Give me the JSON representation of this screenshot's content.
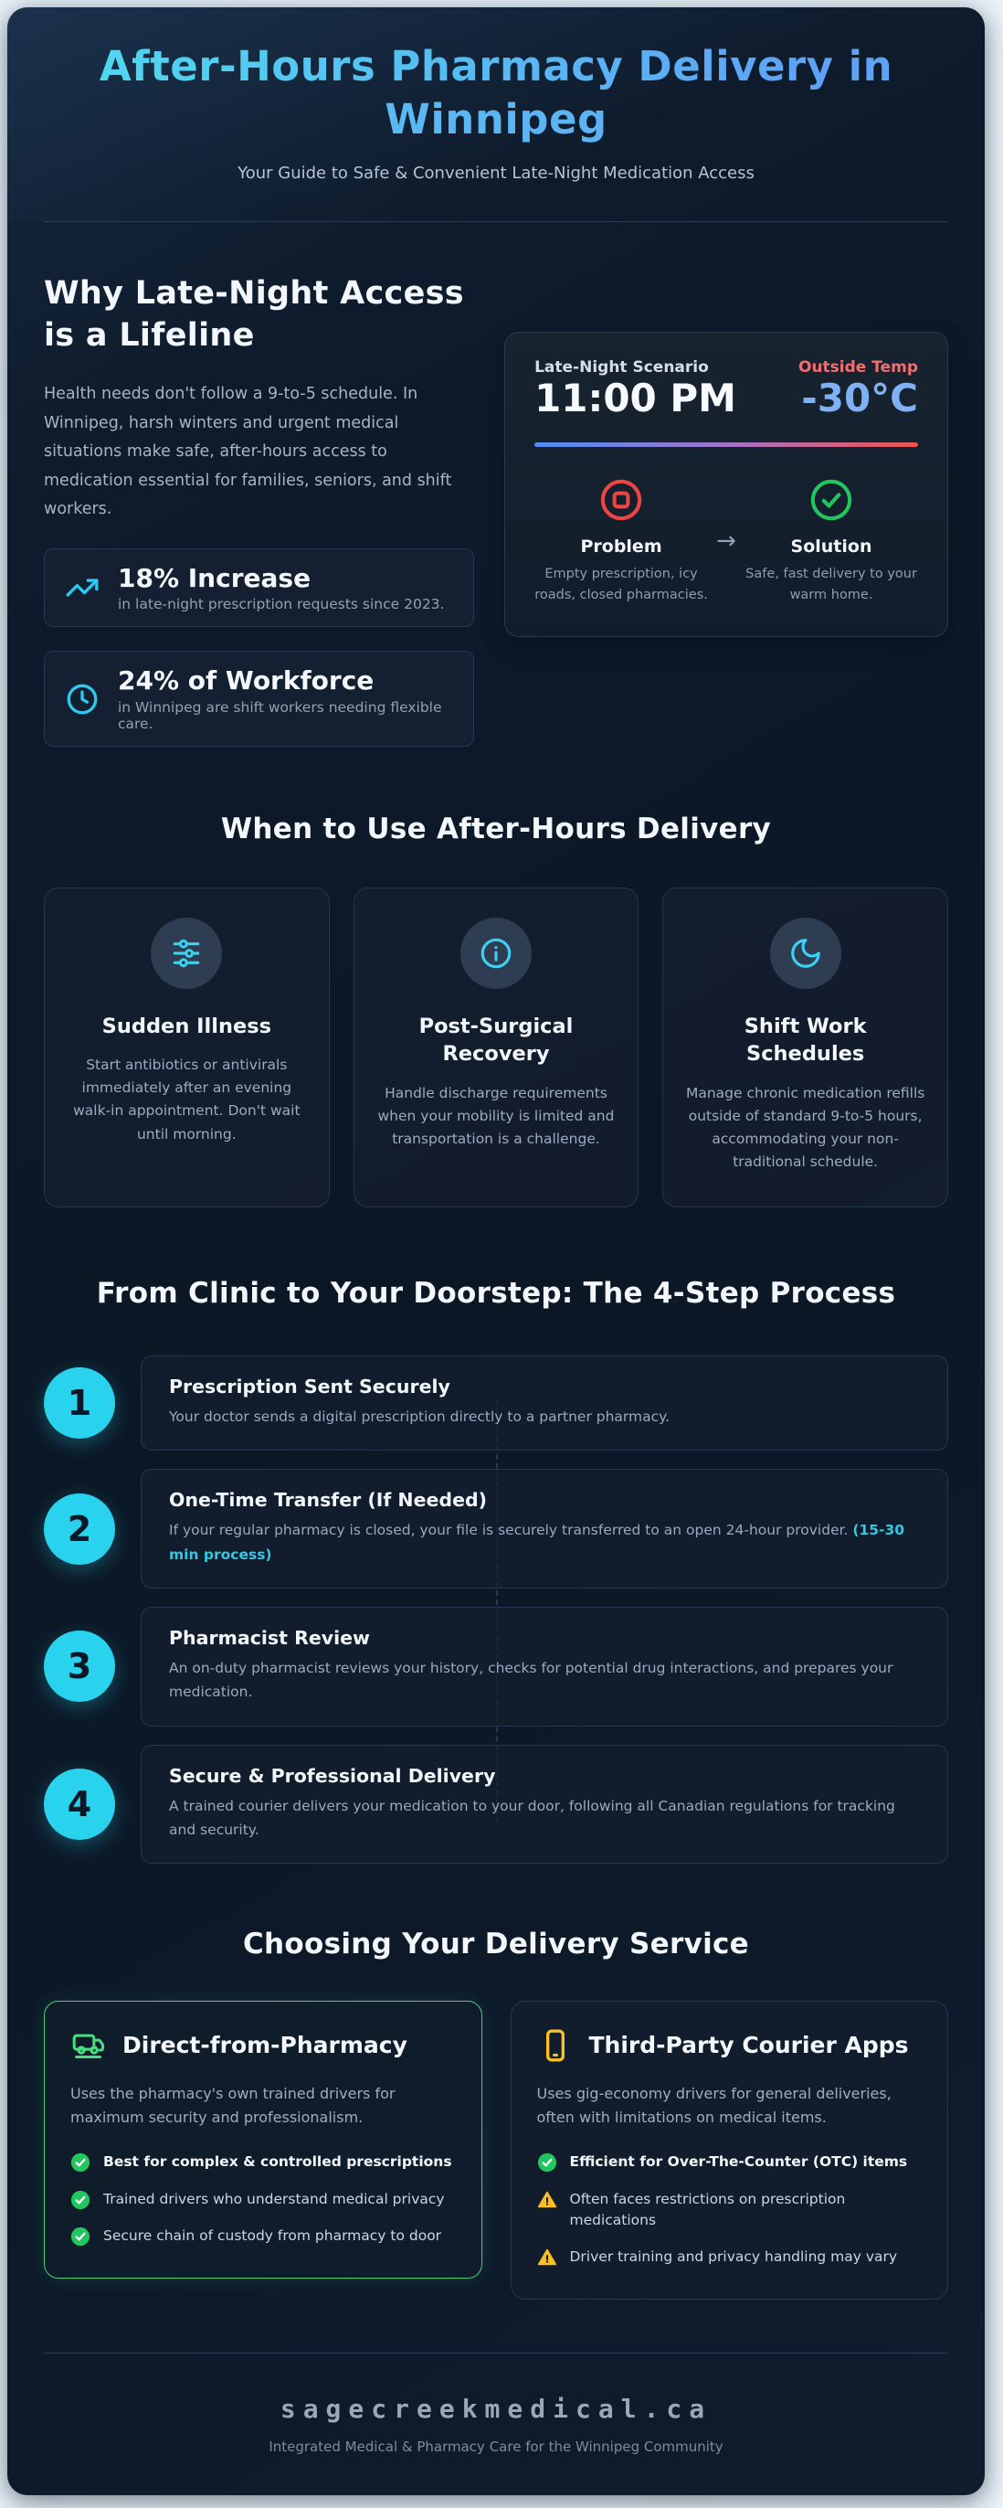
{
  "header": {
    "title_line1": "After-Hours Pharmacy Delivery in",
    "title_line2": "Winnipeg",
    "subtitle": "Your Guide to Safe & Convenient Late-Night Medication Access"
  },
  "lifeline": {
    "heading": "Why Late-Night Access is a Lifeline",
    "body": "Health needs don't follow a 9-to-5 schedule. In Winnipeg, harsh winters and urgent medical situations make safe, after-hours access to medication essential for families, seniors, and shift workers.",
    "stats": [
      {
        "icon": "trending-up-icon",
        "title": "18% Increase",
        "desc": "in late-night prescription requests since 2023."
      },
      {
        "icon": "clock-icon",
        "title": "24% of Workforce",
        "desc": "in Winnipeg are shift workers needing flexible care."
      }
    ],
    "scenario": {
      "label": "Late-Night Scenario",
      "time": "11:00 PM",
      "temp_label": "Outside Temp",
      "temp_value": "-30°C",
      "problem_title": "Problem",
      "problem_desc": "Empty prescription, icy roads, closed pharmacies.",
      "arrow": "→",
      "solution_title": "Solution",
      "solution_desc": "Safe, fast delivery to your warm home."
    }
  },
  "use_cases": {
    "heading": "When to Use After-Hours Delivery",
    "cards": [
      {
        "icon": "sliders-icon",
        "title": "Sudden Illness",
        "desc": "Start antibiotics or antivirals immediately after an evening walk-in appointment. Don't wait until morning."
      },
      {
        "icon": "info-icon",
        "title": "Post-Surgical Recovery",
        "desc": "Handle discharge requirements when your mobility is limited and transportation is a challenge."
      },
      {
        "icon": "moon-icon",
        "title": "Shift Work Schedules",
        "desc": "Manage chronic medication refills outside of standard 9-to-5 hours, accommodating your non-traditional schedule."
      }
    ]
  },
  "process": {
    "heading": "From Clinic to Your Doorstep: The 4-Step Process",
    "steps": [
      {
        "num": "1",
        "title": "Prescription Sent Securely",
        "desc": "Your doctor sends a digital prescription directly to a partner pharmacy.",
        "highlight": ""
      },
      {
        "num": "2",
        "title": "One-Time Transfer (If Needed)",
        "desc": "If your regular pharmacy is closed, your file is securely transferred to an open 24-hour provider. ",
        "highlight": "(15-30 min process)"
      },
      {
        "num": "3",
        "title": "Pharmacist Review",
        "desc": "An on-duty pharmacist reviews your history, checks for potential drug interactions, and prepares your medication.",
        "highlight": ""
      },
      {
        "num": "4",
        "title": "Secure & Professional Delivery",
        "desc": "A trained courier delivers your medication to your door, following all Canadian regulations for tracking and security.",
        "highlight": ""
      }
    ]
  },
  "services": {
    "heading": "Choosing Your Delivery Service",
    "direct": {
      "icon": "delivery-truck-icon",
      "title": "Direct-from-Pharmacy",
      "body": "Uses the pharmacy's own trained drivers for maximum security and professionalism.",
      "items": [
        {
          "type": "check",
          "text": "Best for complex & controlled prescriptions"
        },
        {
          "type": "check",
          "text": "Trained drivers who understand medical privacy"
        },
        {
          "type": "check",
          "text": "Secure chain of custody from pharmacy to door"
        }
      ]
    },
    "courier": {
      "icon": "smartphone-icon",
      "title": "Third-Party Courier Apps",
      "body": "Uses gig-economy drivers for general deliveries, often with limitations on medical items.",
      "items": [
        {
          "type": "check",
          "text": "Efficient for Over-The-Counter (OTC) items"
        },
        {
          "type": "warning",
          "text": "Often faces restrictions on prescription medications"
        },
        {
          "type": "warning",
          "text": "Driver training and privacy handling may vary"
        }
      ]
    }
  },
  "footer": {
    "brand": "sagecreekmedical.ca",
    "tagline": "Integrated Medical & Pharmacy Care for the Winnipeg Community"
  },
  "colors": {
    "accent_cyan": "#29d3ee",
    "accent_blue": "#5ea2f5",
    "alert_red": "#ef4444",
    "temp_label_red": "#f36f6f",
    "temp_value_blue": "#7fb1f5",
    "success_green": "#4ade80",
    "check_green": "#22c55e",
    "warning_amber": "#fbbf24",
    "page_bg": "#eaf3fa",
    "card_navy": "#0d1a2b"
  }
}
